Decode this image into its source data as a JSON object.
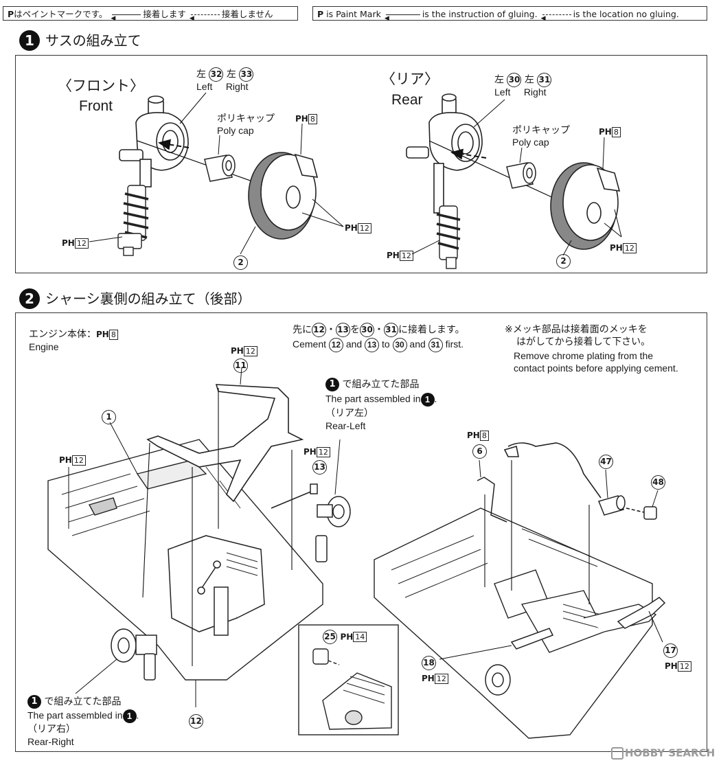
{
  "legend": {
    "jp": {
      "paint_symbol": "P",
      "paint": "はペイントマークです。",
      "glue": "接着します",
      "noglue": "接着しません"
    },
    "en": {
      "paint_symbol": "P",
      "paint": "is Paint Mark",
      "glue": "is the instruction of gluing.",
      "noglue": "is the location no gluing."
    }
  },
  "step1": {
    "number": "1",
    "title": "サスの組み立て",
    "front": {
      "jp": "〈フロント〉",
      "en": "Front",
      "left_jp": "左",
      "left_part": "32",
      "left_en": "Left",
      "right_jp": "左",
      "right_part": "33",
      "right_en": "Right",
      "polycap_jp": "ポリキャップ",
      "polycap_en": "Poly cap",
      "paint_a": {
        "prefix": "PH",
        "num": "8"
      },
      "paint_b": {
        "prefix": "PH",
        "num": "12"
      },
      "paint_c": {
        "prefix": "PH",
        "num": "12"
      },
      "part": "2"
    },
    "rear": {
      "jp": "〈リア〉",
      "en": "Rear",
      "left_jp": "左",
      "left_part": "30",
      "left_en": "Left",
      "right_jp": "左",
      "right_part": "31",
      "right_en": "Right",
      "polycap_jp": "ポリキャップ",
      "polycap_en": "Poly cap",
      "paint_a": {
        "prefix": "PH",
        "num": "8"
      },
      "paint_b": {
        "prefix": "PH",
        "num": "12"
      },
      "paint_c": {
        "prefix": "PH",
        "num": "12"
      },
      "part": "2"
    }
  },
  "step2": {
    "number": "2",
    "title": "シャーシ裏側の組み立て（後部）",
    "engine": {
      "jp": "エンジン本体：",
      "paint_prefix": "PH",
      "paint_num": "8",
      "en": "Engine"
    },
    "cement_note": {
      "jp_1": "先に",
      "p12": "12",
      "dot": "・",
      "p13": "13",
      "jp_2": "を",
      "p30": "30",
      "p31": "31",
      "jp_3": "に接着します。",
      "en_1": "Cement",
      "en_and": "and",
      "en_to": "to",
      "en_first": "first."
    },
    "chrome_note": {
      "jp_1": "※メッキ部品は接着面のメッキを",
      "jp_2": "はがしてから接着して下さい。",
      "en_1": "Remove chrome plating from the",
      "en_2": "contact points before applying cement."
    },
    "assembled_left": {
      "jp": "で組み立てた部品",
      "en": "The part assembled in",
      "step": "1",
      "jp_pos": "（リア左）",
      "en_pos": "Rear-Left"
    },
    "assembled_right": {
      "jp": "で組み立てた部品",
      "en": "The part assembled in",
      "step": "1",
      "jp_pos": "（リア右）",
      "en_pos": "Rear-Right"
    },
    "parts": {
      "p1": "1",
      "p11": "11",
      "p12": "12",
      "p13": "13",
      "p25": "25",
      "p6": "6",
      "p47": "47",
      "p48": "48",
      "p17": "17",
      "p18": "18"
    },
    "paint_marks": {
      "p11": {
        "prefix": "PH",
        "num": "12"
      },
      "left_floor": {
        "prefix": "PH",
        "num": "12"
      },
      "p13": {
        "prefix": "PH",
        "num": "12"
      },
      "p25": {
        "prefix": "PH",
        "num": "14"
      },
      "p6": {
        "prefix": "PH",
        "num": "8"
      },
      "p18": {
        "prefix": "PH",
        "num": "12"
      },
      "p17": {
        "prefix": "PH",
        "num": "12"
      }
    }
  },
  "watermark": {
    "text": "HOBBY SEARCH"
  }
}
